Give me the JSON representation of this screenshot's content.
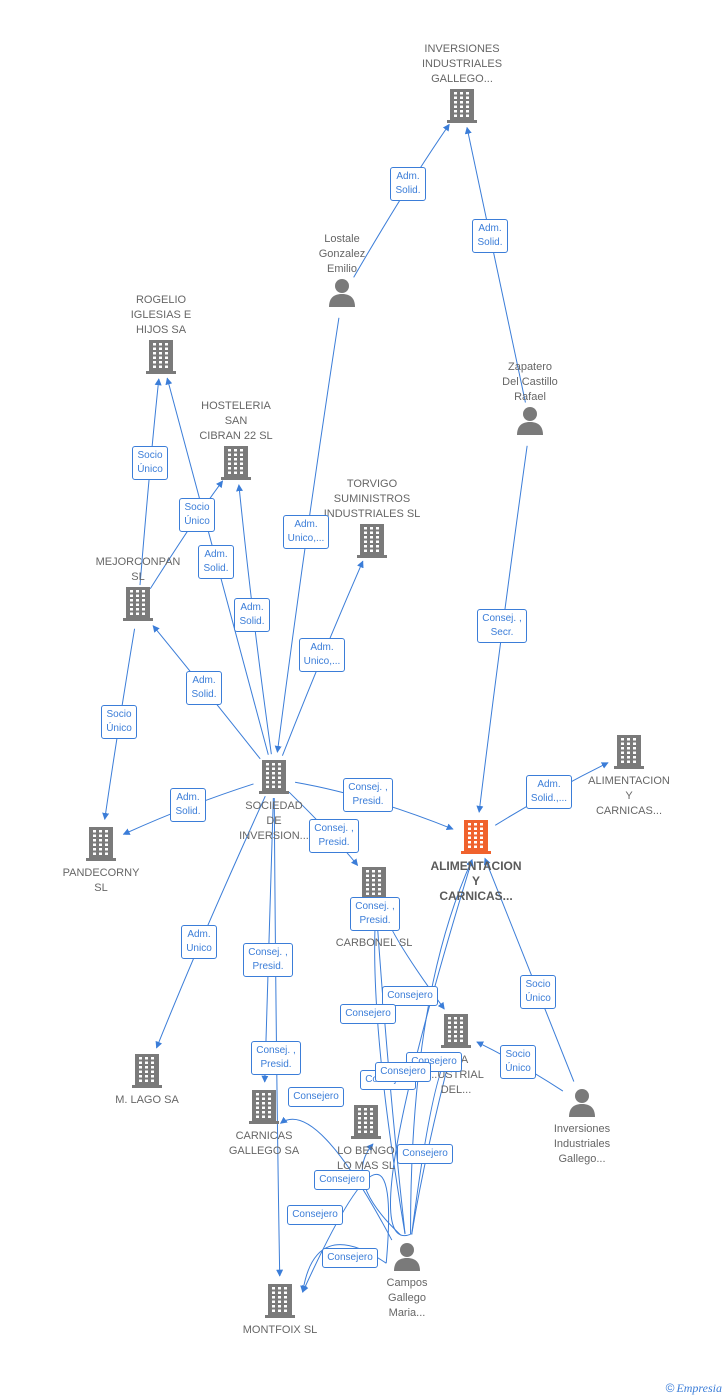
{
  "nodes": [
    {
      "id": "inversiones_ind_gallego",
      "type": "company",
      "label": "INVERSIONES\nINDUSTRIALES\nGALLEGO..."
    },
    {
      "id": "lostale",
      "type": "person",
      "label": "Lostale\nGonzalez\nEmilio"
    },
    {
      "id": "zapatero",
      "type": "person",
      "label": "Zapatero\nDel Castillo\nRafael"
    },
    {
      "id": "rogelio",
      "type": "company",
      "label": "ROGELIO\nIGLESIAS E\nHIJOS SA"
    },
    {
      "id": "hosteleria",
      "type": "company",
      "label": "HOSTELERIA\nSAN\nCIBRAN 22 SL"
    },
    {
      "id": "torvigo",
      "type": "company",
      "label": "TORVIGO\nSUMINISTROS\nINDUSTRIALES SL"
    },
    {
      "id": "mejorconpan",
      "type": "company",
      "label": "MEJORCONPAN\nSL"
    },
    {
      "id": "sociedad",
      "type": "company",
      "label": "SOCIEDAD\nDE\nINVERSION..."
    },
    {
      "id": "pandecorny",
      "type": "company",
      "label": "PANDECORNY\nSL"
    },
    {
      "id": "alimentacion_main",
      "type": "focus",
      "label": "ALIMENTACION\nY\nCARNICAS..."
    },
    {
      "id": "alimentacion_right",
      "type": "company",
      "label": "ALIMENTACION\nY\nCARNICAS..."
    },
    {
      "id": "carbonel",
      "type": "company",
      "label": "IN...\nC...\nCARBONEL SL"
    },
    {
      "id": "fabrica",
      "type": "company",
      "label": "...CA\n...USTRIAL\nDEL..."
    },
    {
      "id": "inversiones_person",
      "type": "person",
      "label": "Inversiones\nIndustriales\nGallego..."
    },
    {
      "id": "mlago",
      "type": "company",
      "label": "M. LAGO SA"
    },
    {
      "id": "carnicas_gallego",
      "type": "company",
      "label": "CARNICAS\nGALLEGO SA"
    },
    {
      "id": "lobengo",
      "type": "company",
      "label": "LO BENGO\nLO MAS SL"
    },
    {
      "id": "campos",
      "type": "person",
      "label": "Campos\nGallego\nMaria..."
    },
    {
      "id": "montfoix",
      "type": "company",
      "label": "MONTFOIX SL"
    }
  ],
  "edges": [
    {
      "from": "lostale",
      "to": "inversiones_ind_gallego",
      "label": "Adm.\nSolid."
    },
    {
      "from": "zapatero",
      "to": "inversiones_ind_gallego",
      "label": "Adm.\nSolid."
    },
    {
      "from": "zapatero",
      "to": "alimentacion_main",
      "label": "Consej. ,\nSecr."
    },
    {
      "from": "lostale",
      "to": "sociedad",
      "label": "Adm.\nUnico,..."
    },
    {
      "from": "mejorconpan",
      "to": "rogelio",
      "label": "Socio\nÚnico"
    },
    {
      "from": "mejorconpan",
      "to": "hosteleria",
      "label": "Socio\nÚnico"
    },
    {
      "from": "sociedad",
      "to": "rogelio",
      "label": "Adm.\nSolid."
    },
    {
      "from": "sociedad",
      "to": "hosteleria",
      "label": "Adm.\nSolid."
    },
    {
      "from": "sociedad",
      "to": "torvigo",
      "label": "Adm.\nUnico,..."
    },
    {
      "from": "sociedad",
      "to": "mejorconpan",
      "label": "Adm.\nSolid."
    },
    {
      "from": "mejorconpan",
      "to": "pandecorny",
      "label": "Socio\nÚnico"
    },
    {
      "from": "sociedad",
      "to": "pandecorny",
      "label": "Adm.\nSolid."
    },
    {
      "from": "sociedad",
      "to": "alimentacion_main",
      "label": "Consej. ,\nPresid."
    },
    {
      "from": "alimentacion_main",
      "to": "alimentacion_right",
      "label": "Adm.\nSolid.,..."
    },
    {
      "from": "sociedad",
      "to": "carbonel",
      "label": "Consej. ,\nPresid."
    },
    {
      "from": "carbonel",
      "to": "fabrica",
      "label": "Consej. ,\nPresid."
    },
    {
      "from": "sociedad",
      "to": "mlago",
      "label": "Adm.\nUnico"
    },
    {
      "from": "sociedad",
      "to": "carnicas_gallego",
      "label": "Consej. ,\nPresid."
    },
    {
      "from": "sociedad",
      "to": "montfoix",
      "label": "Consej. ,\nPresid."
    },
    {
      "from": "inversiones_person",
      "to": "alimentacion_main",
      "label": "Socio\nÚnico"
    },
    {
      "from": "inversiones_person",
      "to": "fabrica",
      "label": "Socio\nÚnico"
    },
    {
      "from": "campos",
      "to": "alimentacion_main",
      "label": "Consejero"
    },
    {
      "from": "campos",
      "to": "carbonel",
      "label": "Consejero"
    },
    {
      "from": "campos",
      "to": "fabrica",
      "label": "Consejero"
    },
    {
      "from": "campos",
      "to": "carnicas_gallego",
      "label": "Consejero"
    },
    {
      "from": "campos",
      "to": "lobengo",
      "label": "Consejero"
    },
    {
      "from": "campos",
      "to": "montfoix",
      "label": "Consejero"
    },
    {
      "from": "campos",
      "to": "alimentacion_main",
      "label": "Consejero"
    },
    {
      "from": "campos",
      "to": "carbonel",
      "label": "Consejero"
    },
    {
      "from": "campos",
      "to": "montfoix",
      "label": "Consejero"
    },
    {
      "from": "campos",
      "to": "fabrica",
      "label": "Consejero"
    }
  ],
  "colors": {
    "edge": "#3b7dd8",
    "company_icon": "#7a7a7a",
    "focus_icon": "#f0622d",
    "person_icon": "#7a7a7a"
  },
  "footer": {
    "copyright": "©",
    "brand": "Empresia"
  }
}
